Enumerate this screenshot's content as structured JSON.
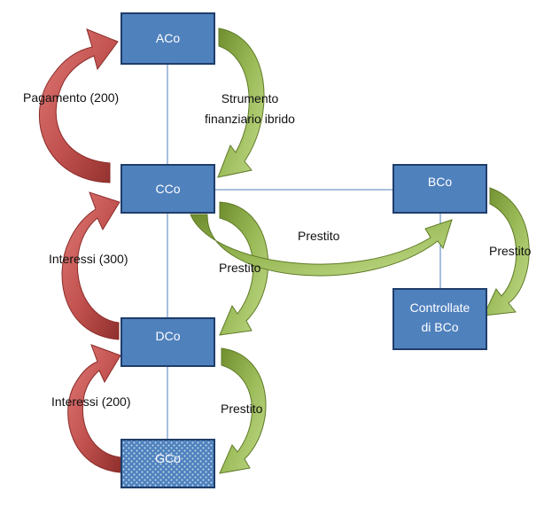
{
  "nodes": {
    "aco": {
      "label": "ACo"
    },
    "cco": {
      "label": "CCo"
    },
    "bco": {
      "label": "BCo"
    },
    "dco": {
      "label": "DCo"
    },
    "gco": {
      "label": "GCo"
    },
    "controllate": {
      "line1": "Controllate",
      "line2": "di BCo"
    }
  },
  "flows": {
    "pagamento": "Pagamento (200)",
    "strumento_line1": "Strumento",
    "strumento_line2": "finanziario ibrido",
    "prestito_cco_bco": "Prestito",
    "prestito_bco_controllate": "Prestito",
    "interessi_300": "Interessi (300)",
    "prestito_cco_dco": "Prestito",
    "interessi_200": "Interessi (200)",
    "prestito_dco_gco": "Prestito"
  },
  "colors": {
    "box_fill": "#4f81bd",
    "box_border": "#1f3d6a",
    "red_arrow": "#c0504d",
    "green_arrow": "#9bbb59",
    "connector": "#4f81bd"
  }
}
